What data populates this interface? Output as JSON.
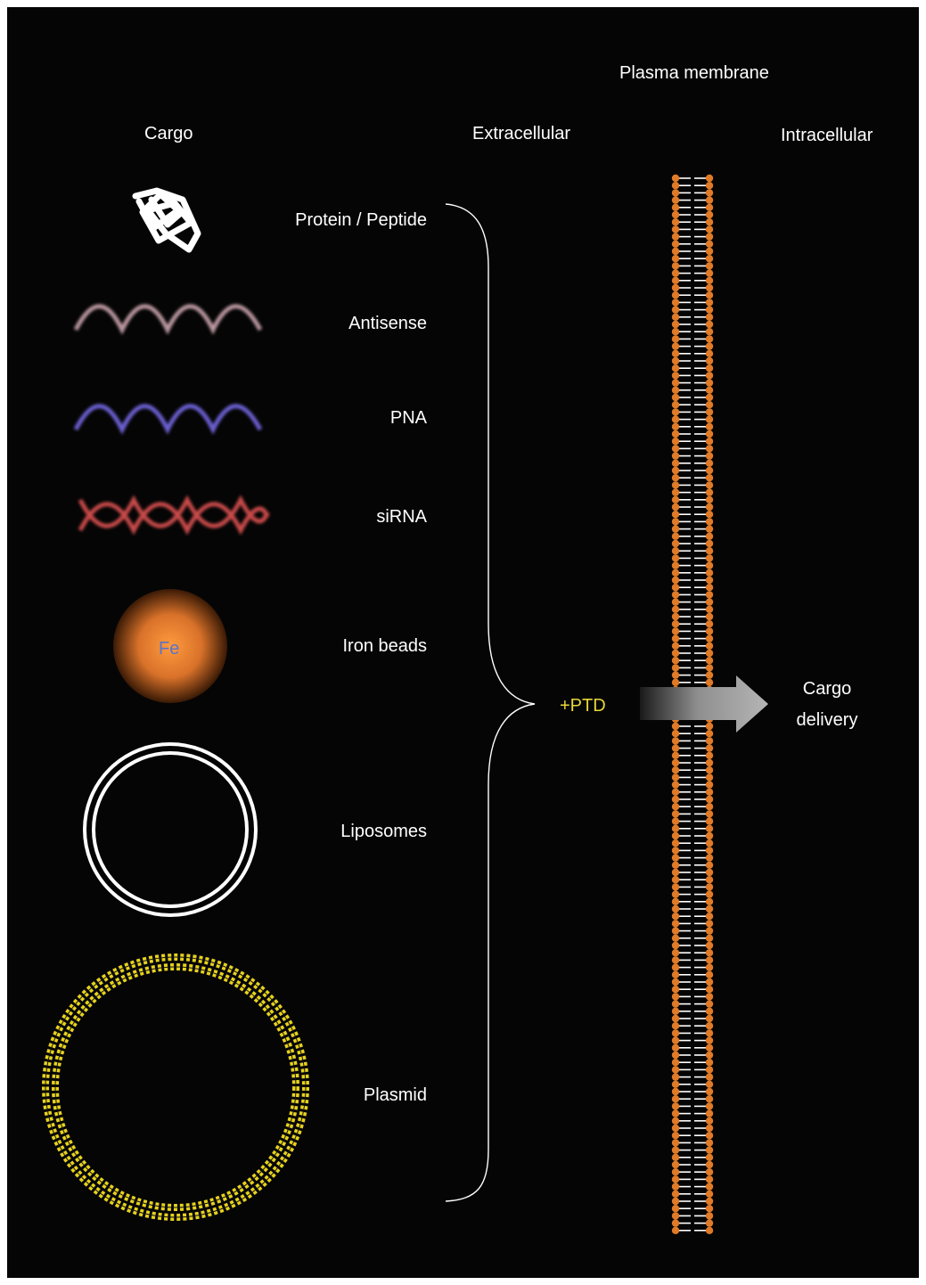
{
  "header": {
    "cargo": "Cargo",
    "extracellular": "Extracellular",
    "plasma_membrane": "Plasma membrane",
    "intracellular": "Intracellular"
  },
  "cargo_items": [
    {
      "label": "Protein / Peptide",
      "icon": "tangled-protein-icon"
    },
    {
      "label": "Antisense",
      "icon": "wave-strand-icon",
      "color": "#b8959e"
    },
    {
      "label": "PNA",
      "icon": "wave-strand-icon",
      "color": "#6a5fd0"
    },
    {
      "label": "siRNA",
      "icon": "double-helix-icon",
      "color": "#c84848"
    },
    {
      "label": "Iron beads",
      "icon": "iron-bead-icon",
      "color": "#e07a26",
      "inner_label": "Fe"
    },
    {
      "label": "Liposomes",
      "icon": "double-ring-icon",
      "color": "#ffffff"
    },
    {
      "label": "Plasmid",
      "icon": "plasmid-ring-icon",
      "color": "#e6d21e"
    }
  ],
  "ptd": "+PTD",
  "delivery": {
    "line1": "Cargo",
    "line2": "delivery"
  },
  "colors": {
    "background": "#050505",
    "membrane_head": "#e07a26",
    "ptd_text": "#e8d63a",
    "arrow": "#9a9a9a"
  }
}
